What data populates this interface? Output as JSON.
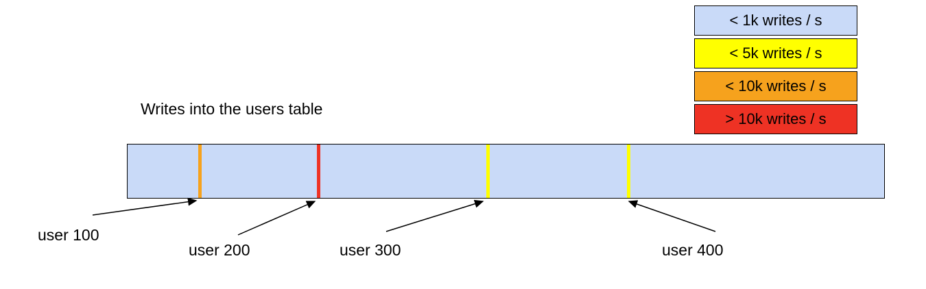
{
  "title": "Writes into the users table",
  "legend": {
    "items": [
      {
        "label": "< 1k writes / s",
        "color": "#c9daf8"
      },
      {
        "label": "< 5k writes / s",
        "color": "#ffff00"
      },
      {
        "label": "< 10k writes / s",
        "color": "#f6a21d"
      },
      {
        "label": "> 10k writes / s",
        "color": "#ee3224"
      }
    ]
  },
  "bar": {
    "fill_color": "#c9daf8",
    "markers": [
      {
        "label": "user 100",
        "color": "#f6a21d"
      },
      {
        "label": "user 200",
        "color": "#ee3224"
      },
      {
        "label": "user 300",
        "color": "#ffff00"
      },
      {
        "label": "user 400",
        "color": "#ffff00"
      }
    ]
  }
}
